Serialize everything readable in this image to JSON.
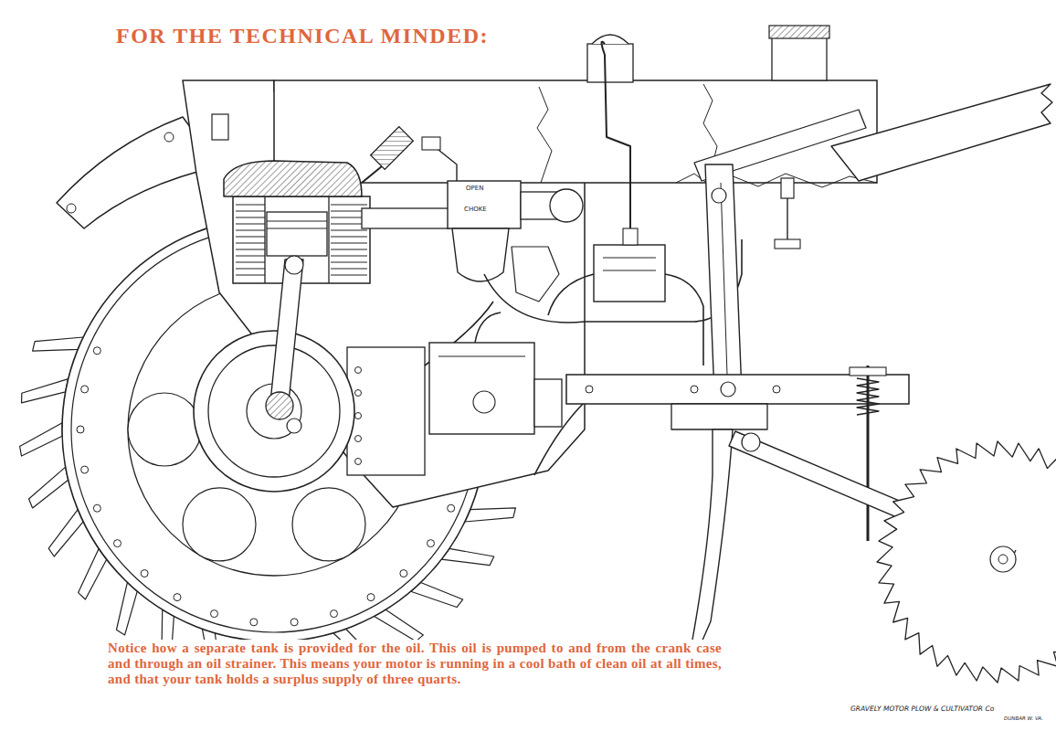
{
  "diagram": {
    "title": "FOR THE TECHNICAL MINDED:",
    "caption": "Notice how a separate tank is provided for the oil. This oil is pumped to and from the crank case and through an oil strainer. This means your motor is running in a cool bath of clean oil at all times, and that your tank holds a surplus supply of three quarts.",
    "labels": [
      "OPEN",
      "CHOKE",
      "GRAVELY MOTOR PLOW & CULTIVATOR Co",
      "DUNBAR W. VA."
    ]
  }
}
